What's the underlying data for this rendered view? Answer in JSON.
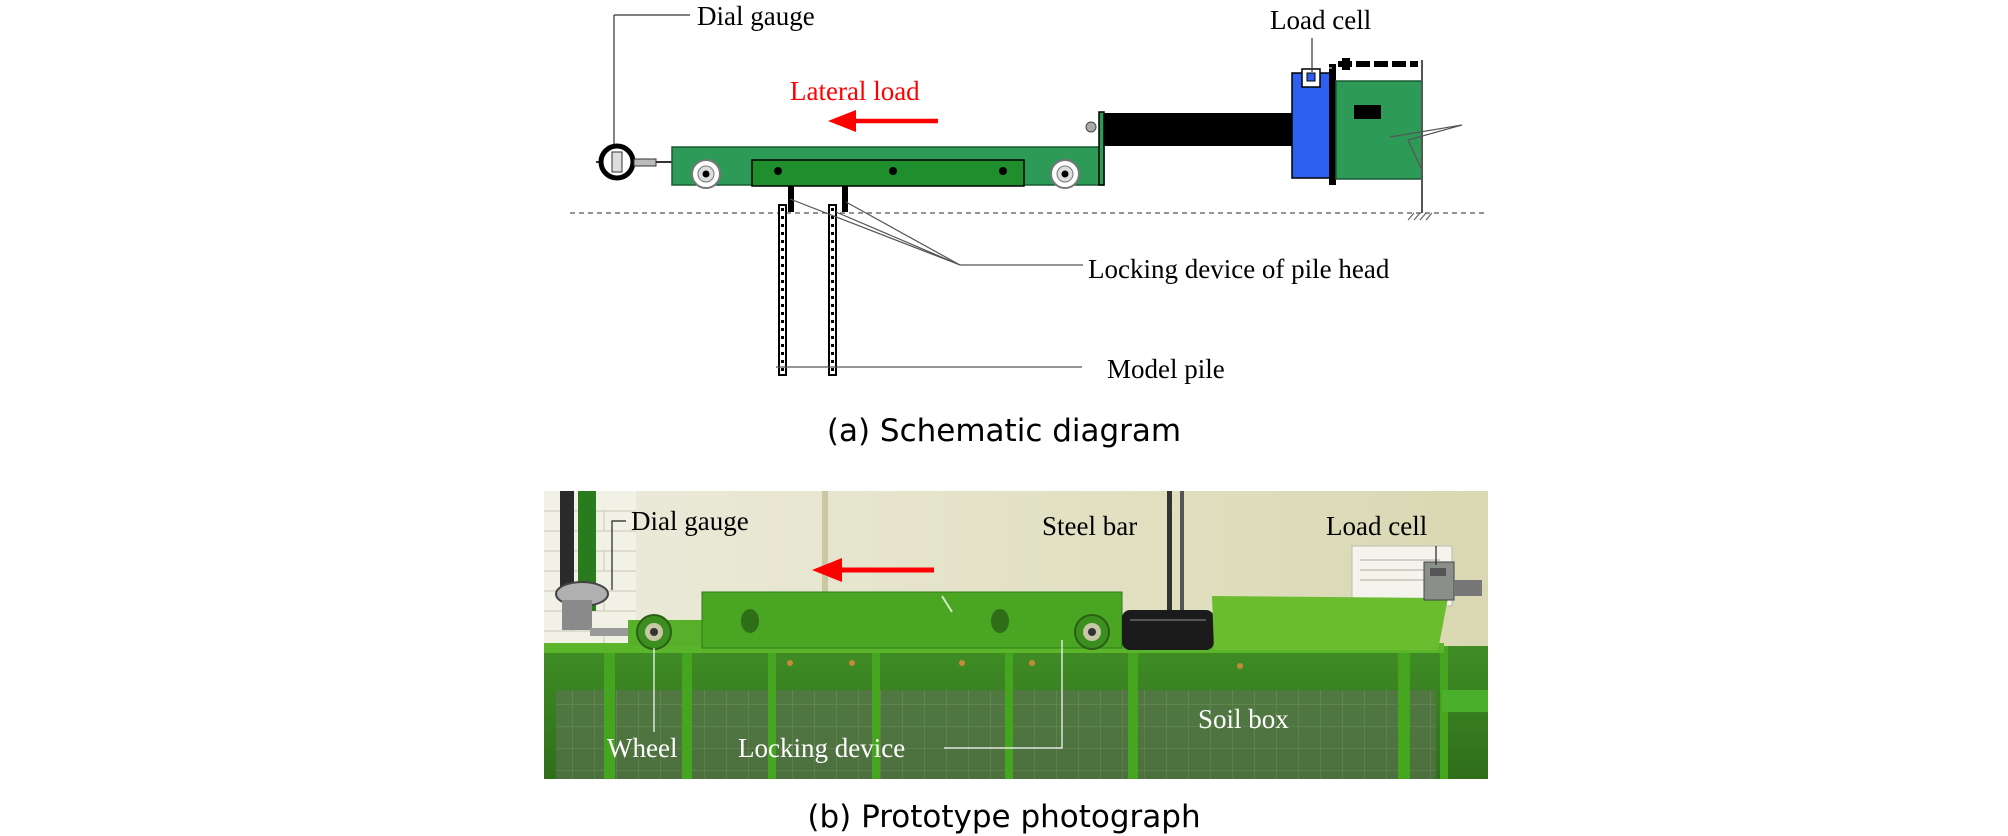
{
  "schematic": {
    "labels": {
      "dial_gauge": "Dial gauge",
      "load_cell": "Load cell",
      "lateral_load": "Lateral load",
      "locking_device": "Locking device of pile head",
      "model_pile": "Model pile"
    },
    "caption": "(a) Schematic diagram"
  },
  "photo": {
    "labels": {
      "dial_gauge": "Dial gauge",
      "steel_bar": "Steel bar",
      "load_cell": "Load cell",
      "soil_box": "Soil box",
      "wheel": "Wheel",
      "locking_device": "Locking device"
    },
    "caption": "(b) Prototype photograph"
  },
  "colors": {
    "frame_green": "#2e9a58",
    "plate_green": "#1f8f2e",
    "load_cell_blue": "#2f5ff0",
    "arrow_red": "#ff0000",
    "photo_green": "#3f9a1e",
    "photo_wall": "#d8d9b4"
  }
}
